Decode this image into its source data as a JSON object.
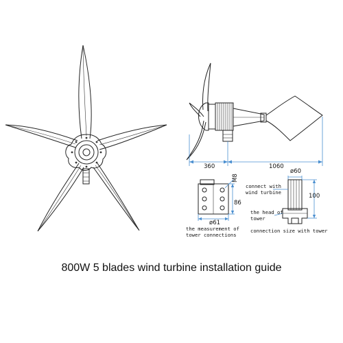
{
  "caption": "800W 5 blades wind turbine installation guide",
  "dimensions": {
    "front_length": "360",
    "tail_length": "1060",
    "flange_height": "86",
    "bolt_size": "M8",
    "flange_diameter": "ø61",
    "pipe_diameter": "ø60",
    "pipe_height": "100"
  },
  "labels": {
    "connect_line1": "connect with",
    "connect_line2": "wind turbine",
    "head_line1": "the head of",
    "head_line2": "tower",
    "measure_line1": "the measurement of",
    "measure_line2": "tower connections",
    "connection_size": "connection size with tower"
  }
}
